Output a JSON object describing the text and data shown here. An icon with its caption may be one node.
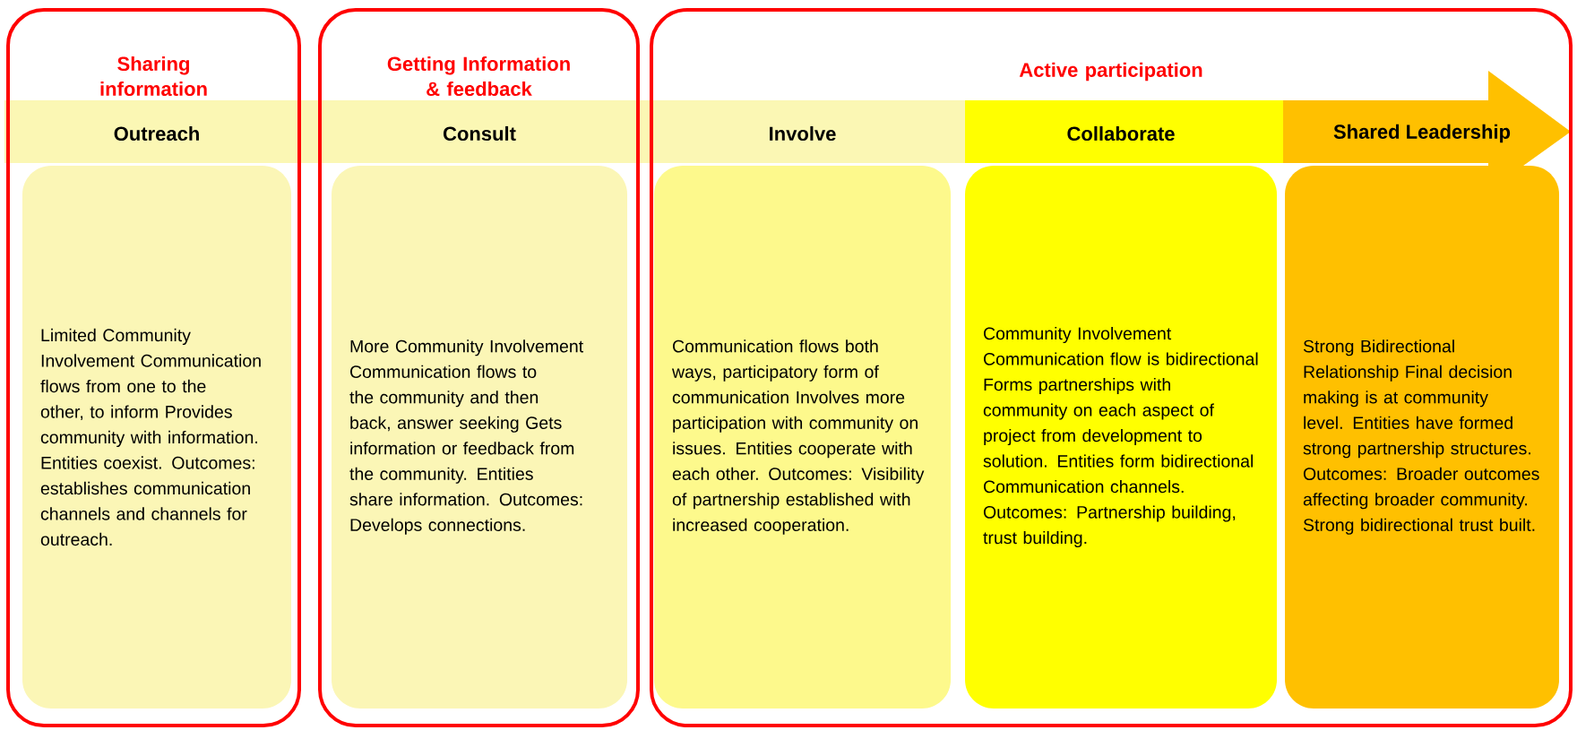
{
  "diagram": {
    "nodes": [
      {
        "text": [
          "Sharing information"
        ]
      },
      {
        "text": [
          "Outreach",
          "Limited Community Involvement Communication flows from one to the other, to inform Provides community with information. Entities coexist. Outcomes: establishes communication channels and channels for outreach."
        ],
        "in": 0
      },
      {
        "text": [
          "Getting Information & feedback"
        ]
      },
      {
        "text": [
          "Consult",
          "More Community Involvement Communication flows to the community and then back, answer seeking Gets information or feedback from the community. Entities share information. Outcomes: Develops connections."
        ],
        "in": 2
      },
      {
        "text": [
          "Active participation"
        ]
      },
      {
        "text": [
          "Involve",
          "Communication flows both ways, participatory form of communication Involves more participation with community on issues. Entities cooperate with each other. Outcomes: Visibility of partnership established with increased cooperation."
        ],
        "in": 4
      },
      {
        "text": [
          "Collaborate",
          "Community Involvement Communication flow is bidirectional Forms partnerships with community on each aspect of project from development to solution. Entities form bidirectional Communication channels. Outcomes: Partnership building, trust building."
        ],
        "in": 4
      },
      {
        "text": [
          "Shared Leadership",
          "Strong Bidirectional Relationship Final decision making is at community level. Entities have formed strong partnership structures. Outcomes: Broader outcomes affecting broader community. Strong bidirectional trust built."
        ],
        "in": 4
      }
    ]
  }
}
